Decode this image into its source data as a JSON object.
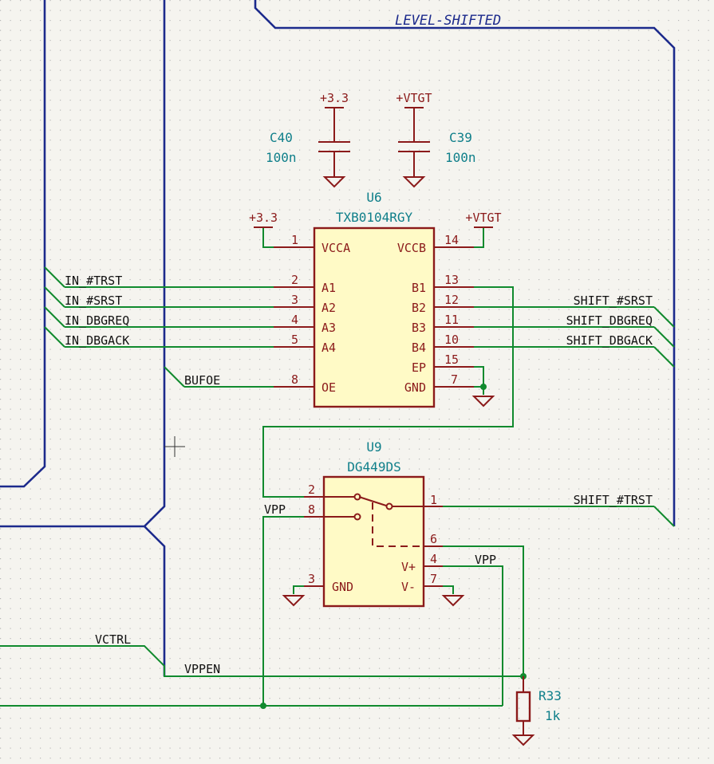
{
  "bus_label": "LEVEL-SHIFTED",
  "capacitors": {
    "c40": {
      "ref": "C40",
      "value": "100n",
      "power": "+3.3"
    },
    "c39": {
      "ref": "C39",
      "value": "100n",
      "power": "+VTGT"
    }
  },
  "u6": {
    "ref": "U6",
    "part": "TXB0104RGY",
    "power_left": "+3.3",
    "power_right": "+VTGT",
    "left_pins": [
      {
        "num": "1",
        "name": "VCCA"
      },
      {
        "num": "2",
        "name": "A1"
      },
      {
        "num": "3",
        "name": "A2"
      },
      {
        "num": "4",
        "name": "A3"
      },
      {
        "num": "5",
        "name": "A4"
      },
      {
        "num": "8",
        "name": "OE"
      }
    ],
    "right_pins": [
      {
        "num": "14",
        "name": "VCCB"
      },
      {
        "num": "13",
        "name": "B1"
      },
      {
        "num": "12",
        "name": "B2"
      },
      {
        "num": "11",
        "name": "B3"
      },
      {
        "num": "10",
        "name": "B4"
      },
      {
        "num": "15",
        "name": "EP"
      },
      {
        "num": "7",
        "name": "GND"
      }
    ]
  },
  "u9": {
    "ref": "U9",
    "part": "DG449DS",
    "pins": {
      "p2": "2",
      "p8": "8",
      "p1": "1",
      "p6": "6",
      "p4": "4",
      "p3": "3",
      "p7": "7"
    },
    "names": {
      "gnd": "GND",
      "vplus": "V+",
      "vminus": "V-"
    }
  },
  "r33": {
    "ref": "R33",
    "value": "1k"
  },
  "nets": {
    "in_trst": "IN_#TRST",
    "in_srst": "IN_#SRST",
    "in_dbgreq": "IN_DBGREQ",
    "in_dbgack": "IN_DBGACK",
    "bufoe": "BUFOE",
    "shift_srst": "SHIFT_#SRST",
    "shift_dbgreq": "SHIFT_DBGREQ",
    "shift_dbgack": "SHIFT_DBGACK",
    "shift_trst": "SHIFT_#TRST",
    "vpp_left": "VPP",
    "vpp_right": "VPP",
    "vctrl": "VCTRL",
    "vppen": "VPPEN"
  }
}
